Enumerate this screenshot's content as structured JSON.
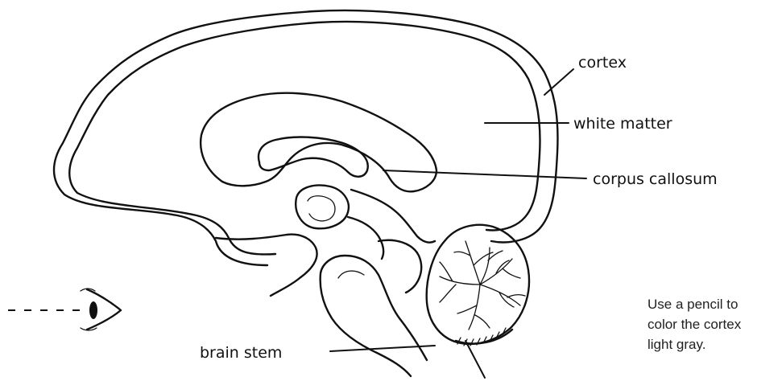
{
  "labels": {
    "cortex": "cortex",
    "white_matter": "white matter",
    "corpus_callosum": "corpus callosum",
    "brain_stem": "brain stem"
  },
  "instruction": {
    "line1": "Use a pencil to",
    "line2": "color the cortex",
    "line3": "light gray."
  },
  "icons": {
    "eye": "eye-icon"
  }
}
